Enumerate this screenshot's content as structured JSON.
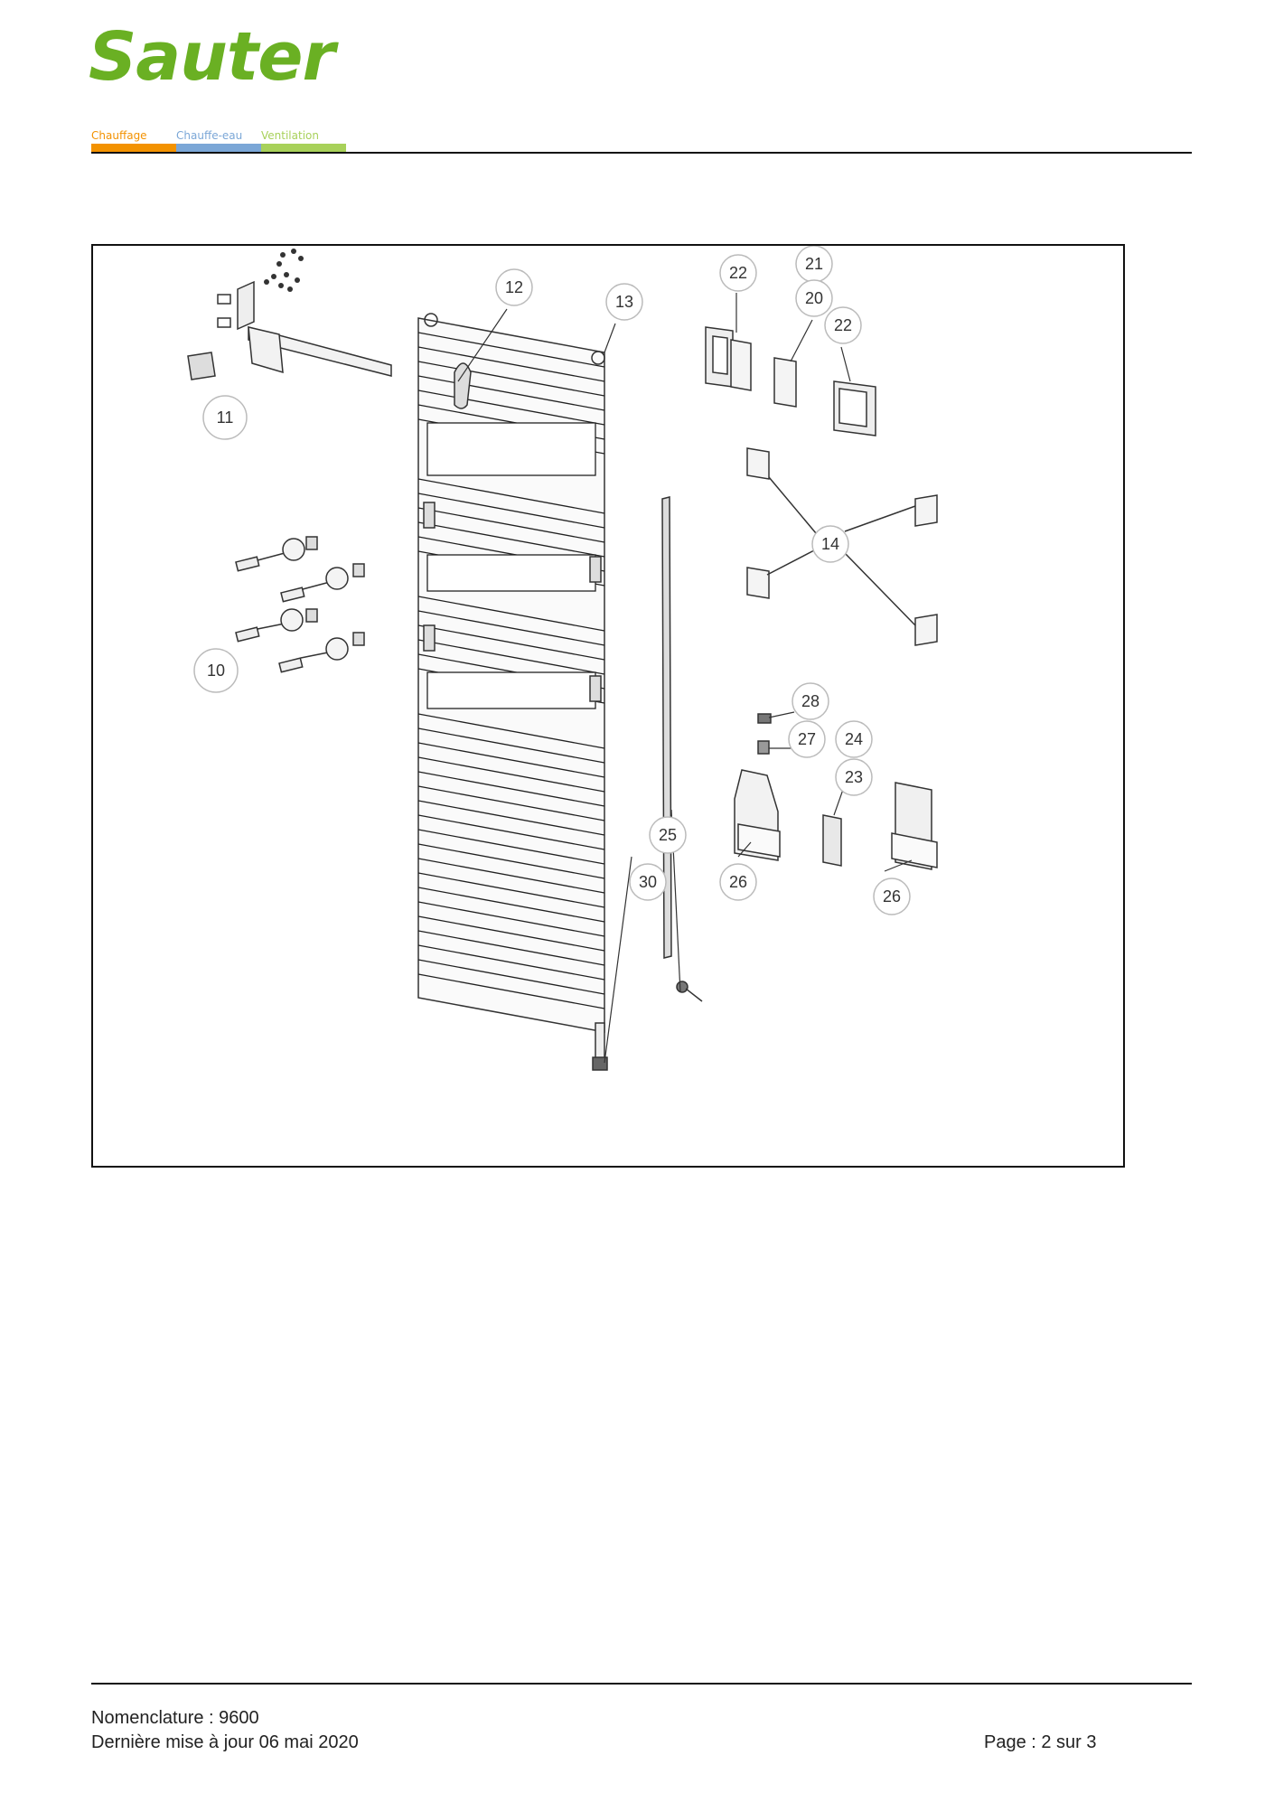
{
  "header": {
    "brand": "Sauter",
    "categories": [
      {
        "label": "Chauffage",
        "color": "#f39200"
      },
      {
        "label": "Chauffe-eau",
        "color": "#7ba7d7"
      },
      {
        "label": "Ventilation",
        "color": "#a8d15a"
      }
    ]
  },
  "diagram": {
    "callouts": [
      {
        "id": "c11",
        "label": "11"
      },
      {
        "id": "c10",
        "label": "10"
      },
      {
        "id": "c12",
        "label": "12"
      },
      {
        "id": "c13",
        "label": "13"
      },
      {
        "id": "c22a",
        "label": "22"
      },
      {
        "id": "c21",
        "label": "21"
      },
      {
        "id": "c20",
        "label": "20"
      },
      {
        "id": "c22b",
        "label": "22"
      },
      {
        "id": "c14",
        "label": "14"
      },
      {
        "id": "c28",
        "label": "28"
      },
      {
        "id": "c27",
        "label": "27"
      },
      {
        "id": "c24",
        "label": "24"
      },
      {
        "id": "c23",
        "label": "23"
      },
      {
        "id": "c25",
        "label": "25"
      },
      {
        "id": "c30",
        "label": "30"
      },
      {
        "id": "c26a",
        "label": "26"
      },
      {
        "id": "c26b",
        "label": "26"
      }
    ]
  },
  "footer": {
    "nomenclature": "Nomenclature : 9600",
    "updated": "Dernière mise à jour 06 mai 2020",
    "page": "Page : 2 sur 3"
  }
}
